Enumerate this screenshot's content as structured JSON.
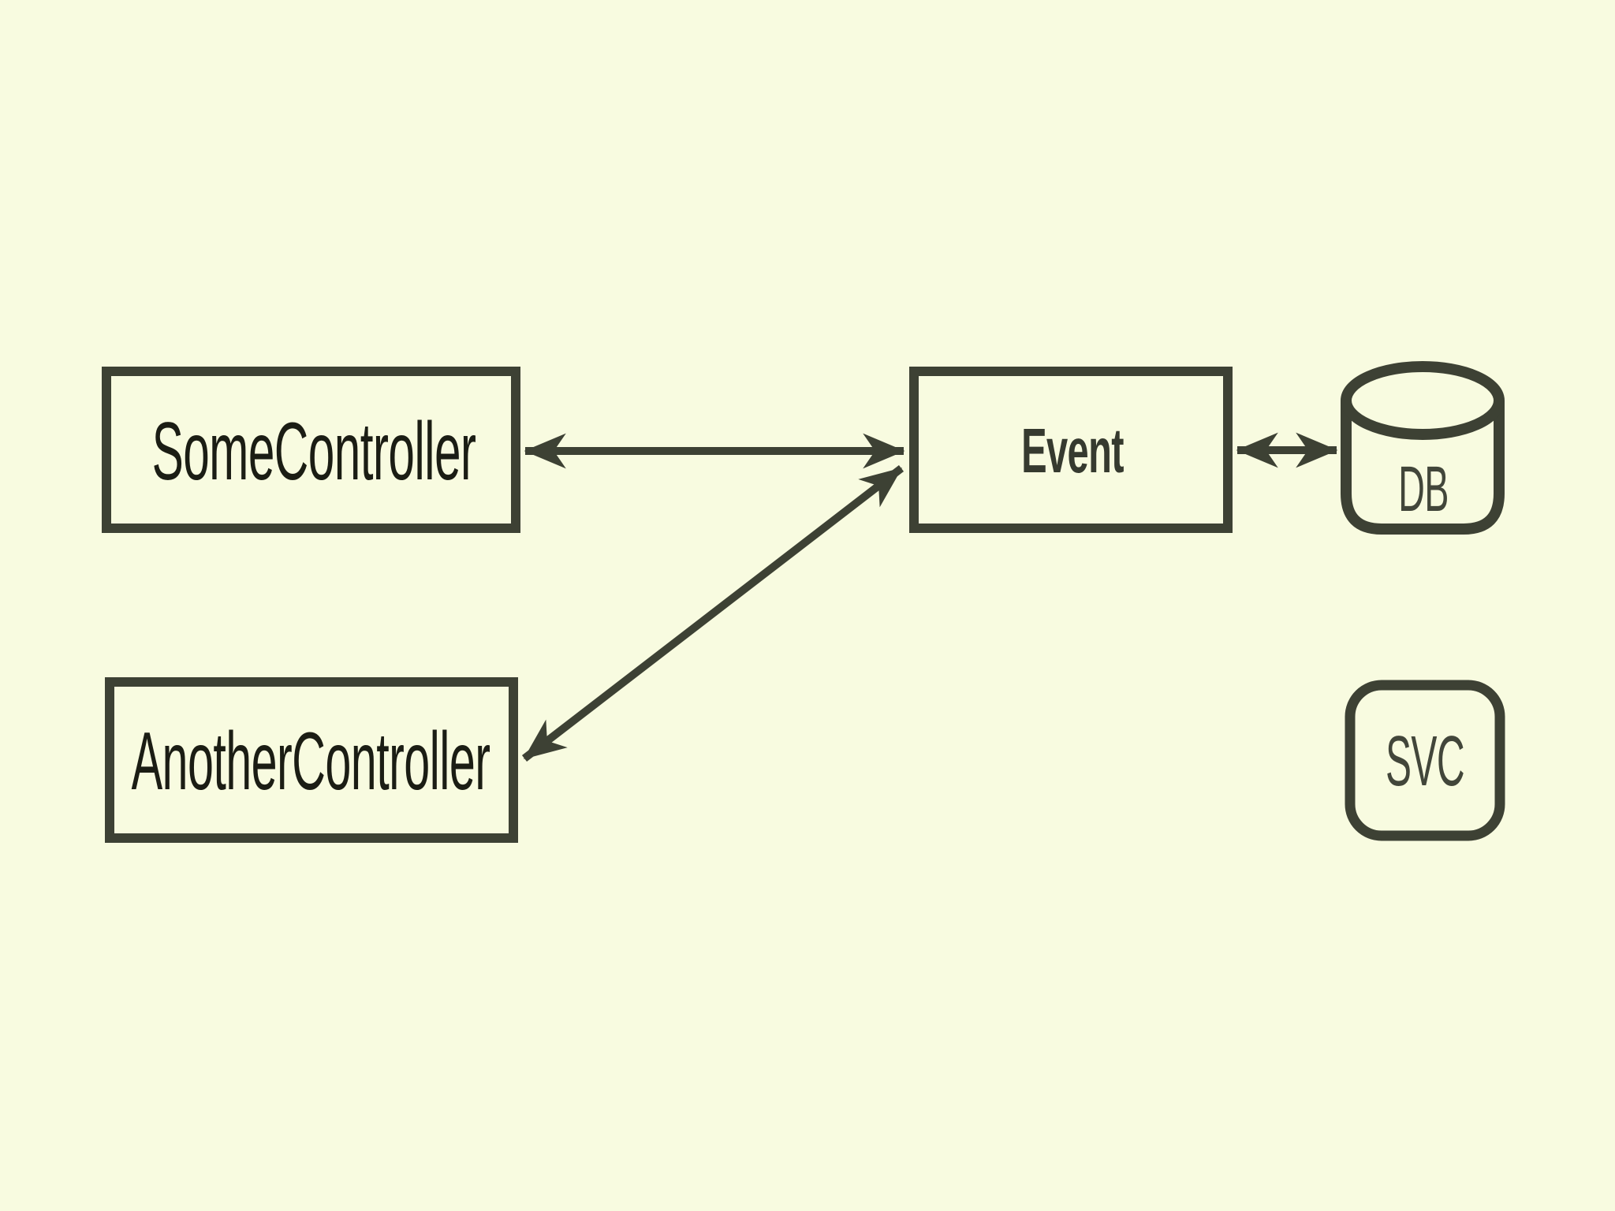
{
  "page": {
    "background_color": "#f8fbe0"
  },
  "diagram": {
    "stroke_color": "#3d4134",
    "arrow_color": "#3d4134",
    "controller_text_color": "#1b1d14",
    "event_text_color": "#363a2f",
    "icon_text_color": "#42463a",
    "nodes": {
      "some_controller": {
        "label": "SomeController",
        "shape": "rectangle"
      },
      "another_controller": {
        "label": "AnotherController",
        "shape": "rectangle"
      },
      "event": {
        "label": "Event",
        "shape": "rectangle",
        "emphasis": "bold"
      },
      "db": {
        "label": "DB",
        "shape": "database-cylinder"
      },
      "svc": {
        "label": "SVC",
        "shape": "rounded-square"
      }
    },
    "connections": [
      {
        "from": "SomeController",
        "to": "Event",
        "type": "bidirectional-arrow"
      },
      {
        "from": "AnotherController",
        "to": "Event",
        "type": "bidirectional-arrow"
      },
      {
        "from": "Event",
        "to": "DB",
        "type": "bidirectional-arrow"
      }
    ]
  }
}
